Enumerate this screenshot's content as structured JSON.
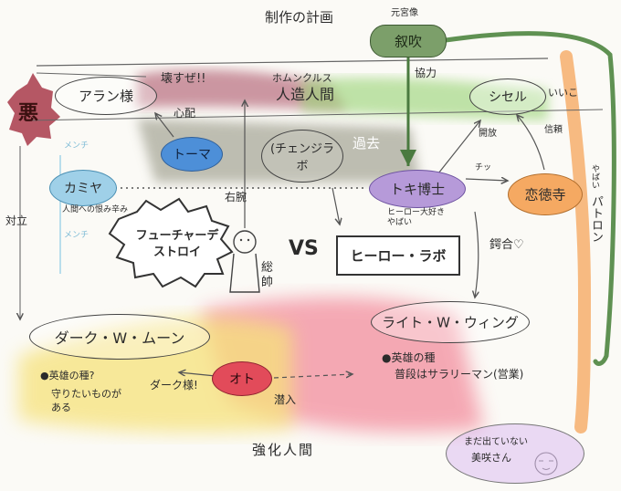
{
  "title": "制作の計画",
  "nodes": {
    "gensui": {
      "title": "元宮像",
      "name": "叙吹"
    },
    "aku": "悪",
    "alan": "アラン様",
    "toma": "トーマ",
    "change_lab": "(チェンジラボ",
    "kamiya": "カミヤ",
    "kamiya_note": "人間への恨み辛み",
    "future_destroy": "フューチャーデストロイ",
    "soushi": "総帥",
    "vs": "VS",
    "hero_lab": "ヒーロー・ラボ",
    "toki": "トキ博士",
    "toki_note": "ヒーロー大好き やばい",
    "shiseru": "シセル",
    "shiseru_note": "いいこ",
    "koitokuji": "恋徳寺",
    "dark_moon": "ダーク・W・ムーン",
    "light_wing": "ライト・W・ウィング",
    "oto": "オト",
    "mada": "まだ出ていない",
    "misaki": "美咲さん"
  },
  "labels": {
    "kowasuze": "壊すぜ!!",
    "homunculus": "ホムンクルス",
    "jinzou_ningen": "人造人間",
    "shinpai": "心配",
    "kako": "過去",
    "kyouryoku": "協力",
    "kaihou": "開放",
    "shinrai": "信頼",
    "chi": "チッ",
    "migiude": "右腕",
    "menchi1": "メンチ",
    "menchi2": "メンチ",
    "tairitsu": "対立",
    "yabai": "やばい",
    "patron": "パトロン",
    "kougi": "鍔合♡",
    "dark_oto": "ダーク様!",
    "sennyu": "潜入",
    "kyouka_ningen": "強化人間",
    "dark_bullet1": "●英雄の種?",
    "dark_bullet2": "守りたいものがある",
    "light_bullet1": "●英雄の種",
    "light_bullet2": "普段はサラリーマン(営業)"
  }
}
